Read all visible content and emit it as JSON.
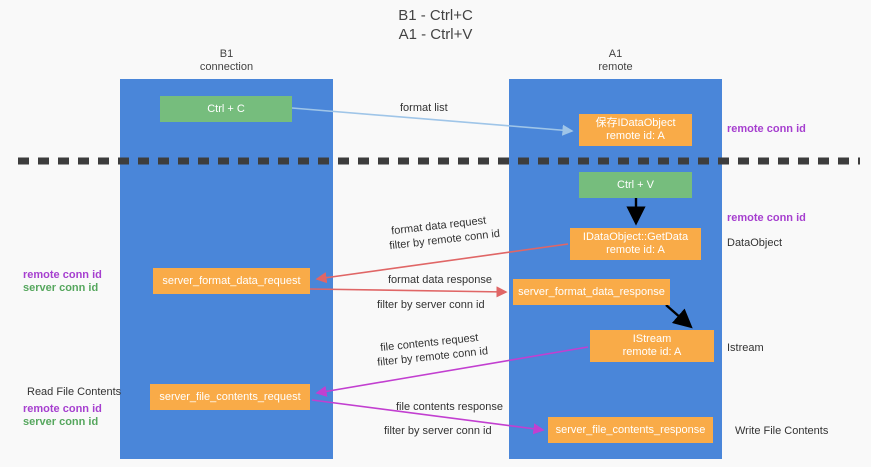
{
  "title": {
    "line1": "B1 - Ctrl+C",
    "line2": "A1 - Ctrl+V"
  },
  "columns": [
    {
      "id": "b1",
      "name": "B1",
      "role": "connection"
    },
    {
      "id": "a1",
      "name": "A1",
      "role": "remote"
    }
  ],
  "colors": {
    "panel": "#4a86d9",
    "node_orange": "#f9ab48",
    "node_green": "#76bd7d",
    "purple": "#a63fcf",
    "green_text": "#56a75e",
    "arrow_blue": "#9fc5e8",
    "arrow_red": "#e06666",
    "arrow_magenta": "#c23fd0",
    "arrow_black": "#000000",
    "divider": "#3d3d3d",
    "background": "#f9f9f9"
  },
  "nodes": {
    "ctrl_c": {
      "label": "Ctrl + C",
      "color": "green"
    },
    "save_idataobject": {
      "line1": "保存IDataObject",
      "line2": "remote id: A",
      "color": "orange"
    },
    "ctrl_v": {
      "label": "Ctrl + V",
      "color": "green"
    },
    "getdata": {
      "line1": "IDataObject::GetData",
      "line2": "remote id: A",
      "color": "orange"
    },
    "server_format_data_request": {
      "label": "server_format_data_request",
      "color": "orange"
    },
    "server_format_data_response": {
      "label": "server_format_data_response",
      "color": "orange"
    },
    "istream": {
      "line1": "IStream",
      "line2": "remote id: A",
      "color": "orange"
    },
    "server_file_contents_request": {
      "label": "server_file_contents_request",
      "color": "orange"
    },
    "server_file_contents_response": {
      "label": "server_file_contents_response",
      "color": "orange"
    }
  },
  "edge_labels": {
    "format_list": "format list",
    "format_data_request": "format data request",
    "format_data_request_filter_prefix": "filter by ",
    "format_data_request_filter_key": "remote conn id",
    "format_data_response": "format data response",
    "format_data_response_filter_prefix": "filter by ",
    "format_data_response_filter_key": "server conn id",
    "file_contents_request": "file contents request",
    "file_contents_request_filter_prefix": "filter by ",
    "file_contents_request_filter_key": "remote conn id",
    "file_contents_response": "file contents response",
    "file_contents_response_filter_prefix": "filter by ",
    "file_contents_response_filter_key": "server conn id"
  },
  "right_labels": {
    "remote_conn_id_top": "remote conn id",
    "remote_conn_id_mid": "remote conn id",
    "dataobject": "DataObject",
    "istream": "Istream",
    "write_file_contents": "Write File Contents"
  },
  "left_labels": {
    "remote_conn_id_mid": "remote conn id",
    "server_conn_id_mid": "server conn id",
    "read_file_contents": "Read File Contents",
    "remote_conn_id_bottom": "remote conn id",
    "server_conn_id_bottom": "server conn id"
  }
}
